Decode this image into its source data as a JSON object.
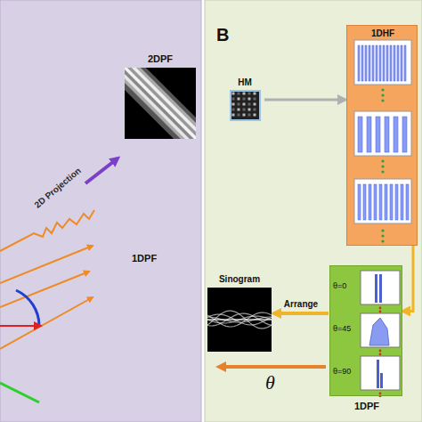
{
  "diagram": {
    "nodes": [
      {
        "text": [
          "2DPF"
        ]
      },
      {
        "text": [
          "HM"
        ]
      },
      {
        "text": [
          "1DHF"
        ]
      },
      {
        "text": [
          "θ=0",
          "θ=45",
          "θ=90",
          "1DPF"
        ]
      },
      {
        "text": [
          "Sinogram"
        ]
      }
    ],
    "edges": [
      {
        "from": 1,
        "to": 2,
        "arrow": "to"
      },
      {
        "from": 2,
        "to": 3,
        "arrow": "to"
      },
      {
        "from": 3,
        "to": 4,
        "label": "Arrange",
        "arrow": "to"
      }
    ],
    "labels": [
      "2D Projection",
      "1DPF",
      "B",
      "θ"
    ]
  }
}
